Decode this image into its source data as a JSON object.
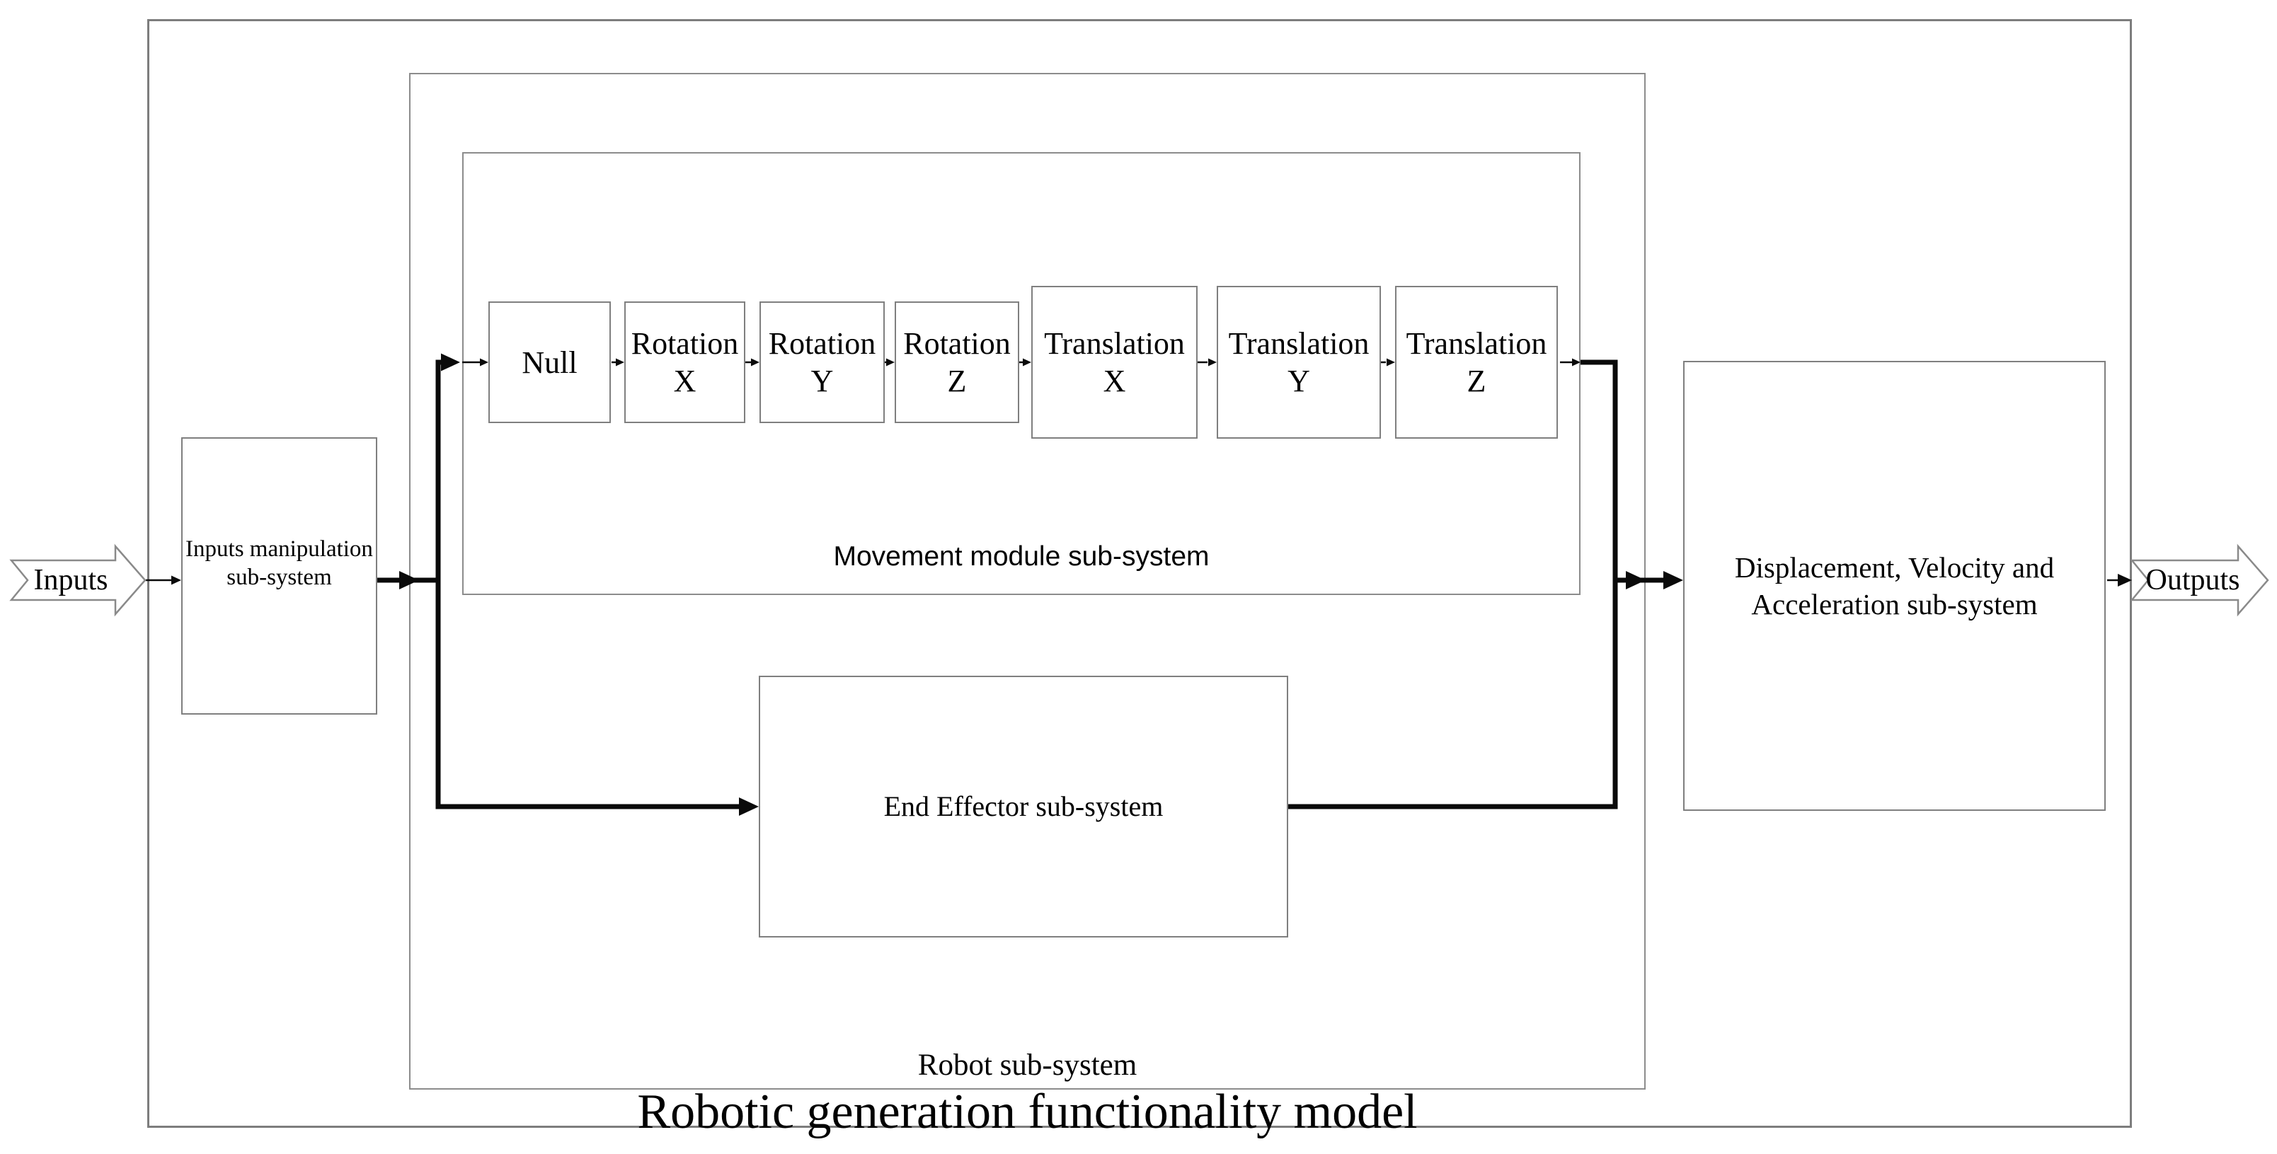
{
  "title": "Robotic generation functionality model",
  "io": {
    "input_label": "Inputs",
    "output_label": "Outputs"
  },
  "blocks": {
    "inputs_manipulation": {
      "line1": "Inputs manipulation",
      "line2": "sub-system"
    },
    "robot_label": "Robot sub-system",
    "movement_label": "Movement module sub-system",
    "chain": [
      {
        "line1": "Null",
        "line2": ""
      },
      {
        "line1": "Rotation",
        "line2": "X"
      },
      {
        "line1": "Rotation",
        "line2": "Y"
      },
      {
        "line1": "Rotation",
        "line2": "Z"
      },
      {
        "line1": "Translation",
        "line2": "X"
      },
      {
        "line1": "Translation",
        "line2": "Y"
      },
      {
        "line1": "Translation",
        "line2": "Z"
      }
    ],
    "end_effector_label": "End Effector sub-system",
    "dva": {
      "line1": "Displacement, Velocity and",
      "line2": "Acceleration sub-system"
    }
  },
  "colors": {
    "background": "#ffffff",
    "box_border": "#7f7f7f",
    "container_border": "#8c8c8c",
    "connector": "#0a0a0a",
    "text": "#000000"
  }
}
